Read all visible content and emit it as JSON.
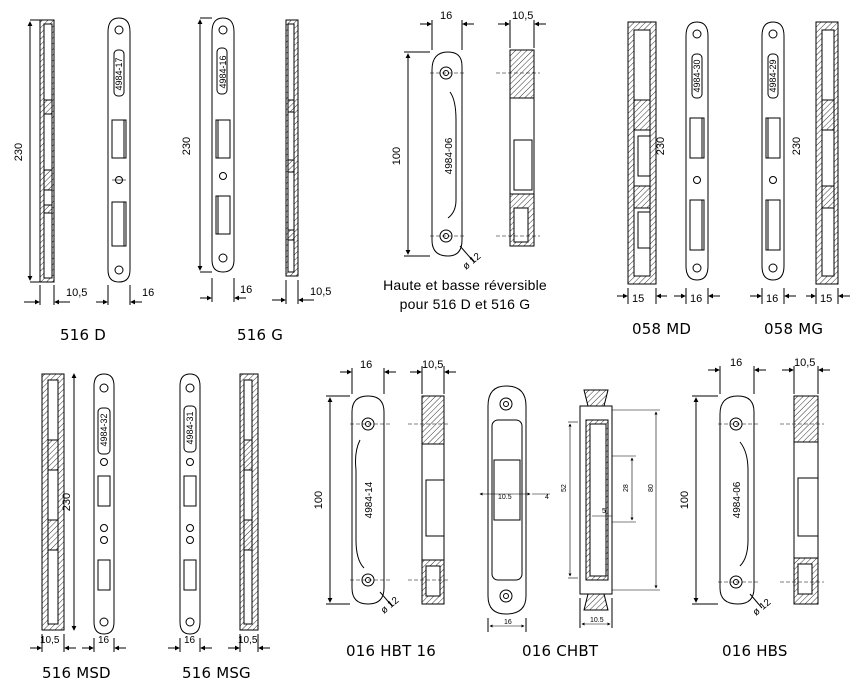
{
  "captions": {
    "516_d": "516 D",
    "516_g": "516 G",
    "058_md": "058 MD",
    "058_mg": "058 MG",
    "516_msd": "516 MSD",
    "516_msg": "516 MSG",
    "016_hbt16": "016 HBT 16",
    "016_chbt": "016 CHBT",
    "016_hbs": "016 HBS",
    "reversible_line1": "Haute et basse réversible",
    "reversible_line2": "pour 516 D et 516 G"
  },
  "part_codes": {
    "p516d": "4984-17",
    "p516g": "4984-16",
    "p058md": "4984-30",
    "p058mg": "4984-29",
    "p516msd": "4984-32",
    "p516msg": "4984-31",
    "reversible": "4984-06",
    "hbt16": "4984-14",
    "hbs": "4984-06"
  },
  "dimensions": {
    "d230": "230",
    "d100": "100",
    "d16": "16",
    "d10_5": "10,5",
    "d15": "15",
    "dia12": "ø 12",
    "chbt_10_5": "10.5",
    "chbt_4": "4",
    "chbt_5": "5",
    "chbt_16": "16",
    "chbt_52": "52",
    "chbt_28": "28",
    "chbt_80": "80"
  }
}
